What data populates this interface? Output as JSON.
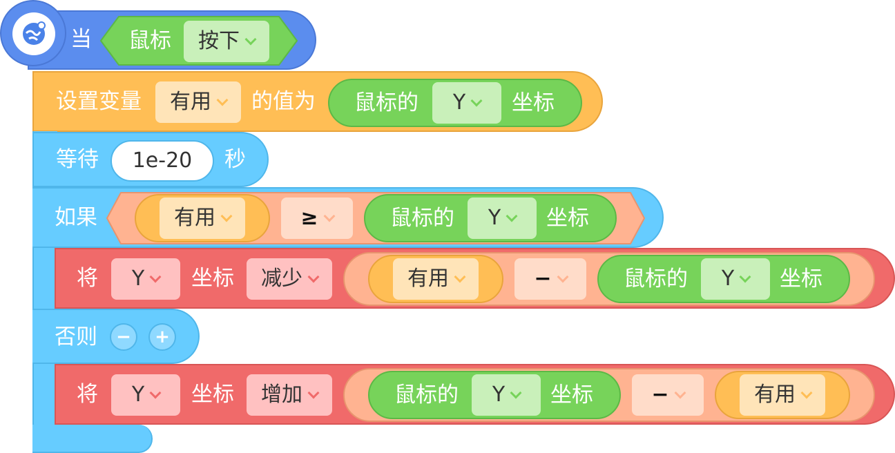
{
  "colors": {
    "event": "#5B8DEE",
    "variable": "#FFBE55",
    "control": "#66CCFF",
    "sensing": "#77D35A",
    "sprite": "#F06A6A",
    "operator": "#FFB391"
  },
  "event_block": {
    "icon": "globe-satellite-icon",
    "label": "当",
    "sensor": "鼠标",
    "action": "按下"
  },
  "set_block": {
    "label": "设置变量",
    "variable": "有用",
    "mid_label": "的值为",
    "reporter": {
      "prefix": "鼠标的",
      "axis": "Y",
      "suffix": "坐标"
    }
  },
  "wait_block": {
    "label": "等待",
    "value": "1e-20",
    "unit": "秒"
  },
  "if_block": {
    "label": "如果",
    "left_var": "有用",
    "operator": "≥",
    "right": {
      "prefix": "鼠标的",
      "axis": "Y",
      "suffix": "坐标"
    }
  },
  "change_block_1": {
    "label": "将",
    "axis": "Y",
    "axis_suffix": "坐标",
    "mode": "减少",
    "left_var": "有用",
    "operator": "−",
    "right": {
      "prefix": "鼠标的",
      "axis": "Y",
      "suffix": "坐标"
    }
  },
  "else_block": {
    "label": "否则",
    "remove_symbol": "−",
    "add_symbol": "+"
  },
  "change_block_2": {
    "label": "将",
    "axis": "Y",
    "axis_suffix": "坐标",
    "mode": "增加",
    "left": {
      "prefix": "鼠标的",
      "axis": "Y",
      "suffix": "坐标"
    },
    "operator": "−",
    "right_var": "有用"
  }
}
